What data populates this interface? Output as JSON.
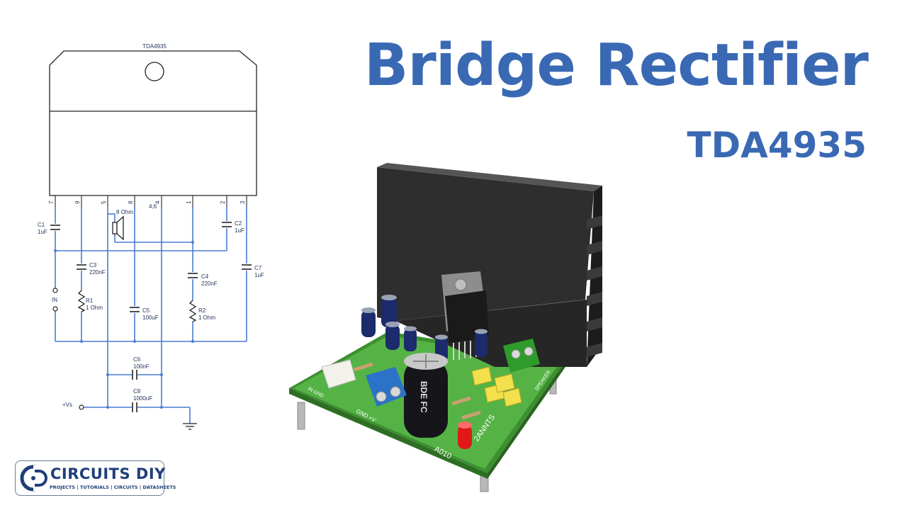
{
  "heading": {
    "title": "Bridge Rectifier",
    "subtitle": "TDA4935"
  },
  "schematic": {
    "ic_label": "TDA4935",
    "pins": [
      "7",
      "9",
      "5",
      "8",
      "4",
      "1",
      "2",
      "3"
    ],
    "speaker_label": "8 Ohm",
    "pin_note": "4,6",
    "in_label": "IN",
    "vs_label": "+Vs",
    "components": {
      "c1": {
        "name": "C1",
        "value": "1uF"
      },
      "c2": {
        "name": "C2",
        "value": "1uF"
      },
      "c3": {
        "name": "C3",
        "value": "220nF"
      },
      "c4": {
        "name": "C4",
        "value": "220nF"
      },
      "c5": {
        "name": "C5",
        "value": "100uF"
      },
      "c6": {
        "name": "C6",
        "value": "100nF"
      },
      "c7": {
        "name": "C7",
        "value": "1uF"
      },
      "c8": {
        "name": "C8",
        "value": "1000uF"
      },
      "r1": {
        "name": "R1",
        "value": "1 Ohm"
      },
      "r2": {
        "name": "R2",
        "value": "1 Ohm"
      }
    }
  },
  "board": {
    "pcb_label": "A010",
    "brand_label": "2ANNTS",
    "terminal_label": "GND +V",
    "input_label": "IN GND",
    "speaker_label": "SPEAKER",
    "cap_marking": "BDE FC"
  },
  "logo": {
    "name": "CIRCUITS DIY",
    "tagline": "PROJECTS | TUTORIALS | CIRCUITS | DATASHEETS"
  },
  "colors": {
    "accent": "#3a69b4",
    "wire": "#4a7bd1",
    "pcb_green": "#4caa3c",
    "heatsink": "#2d2d2d"
  }
}
